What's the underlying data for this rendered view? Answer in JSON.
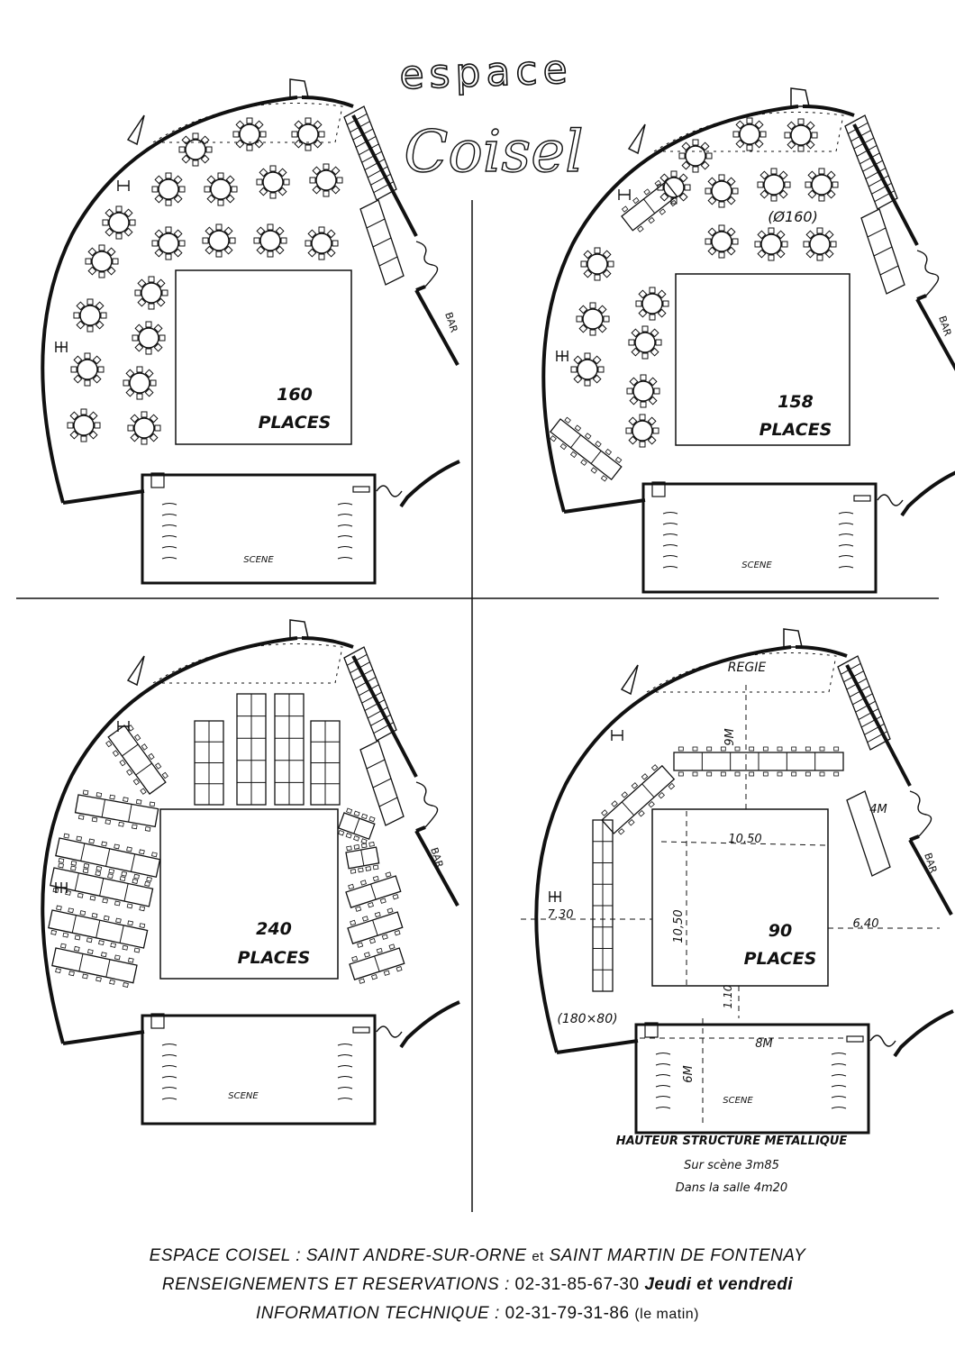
{
  "logo": {
    "top_word": "espace",
    "script_word": "Coisel"
  },
  "plans": [
    {
      "layout": "round-tables",
      "capacity": "160",
      "places_label": "PLACES",
      "stage_label": "SCENE",
      "bar_label": "BAR"
    },
    {
      "layout": "round-and-rect-tables",
      "capacity": "158",
      "places_label": "PLACES",
      "stage_label": "SCENE",
      "bar_label": "BAR",
      "table_size_note": "(Ø160)"
    },
    {
      "layout": "rect-tables",
      "capacity": "240",
      "places_label": "PLACES",
      "stage_label": "SCENE",
      "bar_label": "BAR"
    },
    {
      "layout": "perimeter-tables",
      "capacity": "90",
      "places_label": "PLACES",
      "stage_label": "SCENE",
      "bar_label": "BAR",
      "regie_label": "REGIE",
      "dimensions": {
        "to_regie": "9M",
        "side_4m": "4M",
        "floor_width": "10,50",
        "floor_depth": "10,50",
        "left_gap": "7.30",
        "right_gap": "6.40",
        "stage_gap": "1.10",
        "stage_width": "8M",
        "stage_depth": "6M",
        "table_size": "(180×80)"
      }
    }
  ],
  "structure_notes": {
    "title": "HAUTEUR STRUCTURE METALLIQUE",
    "on_stage": "Sur scène 3m85",
    "in_hall": "Dans la salle 4m20"
  },
  "footer": {
    "line1_venue": "ESPACE COISEL :",
    "line1_place1": "SAINT ANDRE-SUR-ORNE",
    "line1_et": "et",
    "line1_place2": "SAINT MARTIN DE FONTENAY",
    "line2_label": "RENSEIGNEMENTS ET RESERVATIONS :",
    "line2_phone": "02-31-85-67-30",
    "line2_days": "Jeudi et vendredi",
    "line3_label": "INFORMATION TECHNIQUE :",
    "line3_phone": "02-31-79-31-86",
    "line3_note": "(le matin)"
  }
}
